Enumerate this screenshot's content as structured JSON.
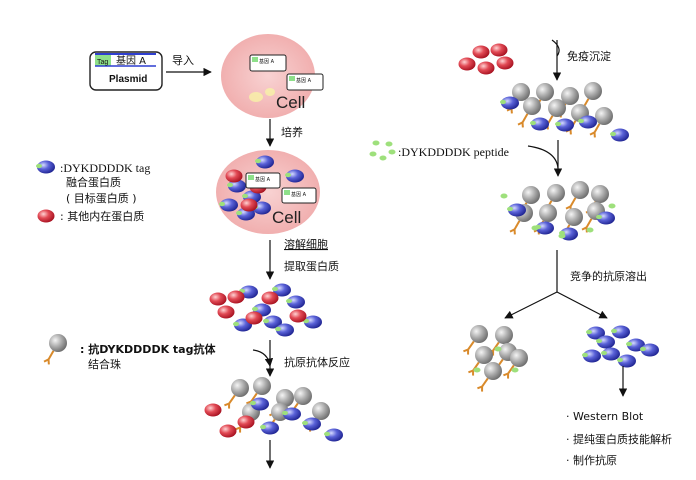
{
  "diagram": {
    "plasmid": {
      "tag": "Tag",
      "gene": "基因 A",
      "name": "Plasmid"
    },
    "mini_gene_label": "基因 A",
    "cell_label": "Cell",
    "steps": {
      "import": "导入",
      "culture": "培养",
      "lyse": "溶解细胞",
      "extract": "提取蛋白质",
      "antigen_antibody": "抗原抗体反应",
      "immunoprecipitation": "免疫沉淀",
      "competitive_elution": "竞争的抗原溶出"
    },
    "legend": {
      "tag_protein_name": ":DYKDDDDK tag",
      "tag_protein_line2": "融合蛋白质",
      "tag_protein_line3": "( 目标蛋白质 )",
      "other_protein": ": 其他内在蛋白质",
      "peptide": ":DYKDDDDK peptide",
      "antibody_bead_line1": ": 抗DYKDDDDK tag抗体",
      "antibody_bead_line2": "结合珠"
    },
    "applications": [
      "· Western Blot",
      "· 提纯蛋白质技能解析",
      "· 制作抗原"
    ],
    "colors": {
      "tag_protein": "#3a3fb8",
      "other_protein": "#d8283a",
      "bead": "#9a9a9a",
      "antibody": "#d98a2b",
      "peptide": "#9ee07c",
      "cell": "#f3b7b7"
    }
  }
}
